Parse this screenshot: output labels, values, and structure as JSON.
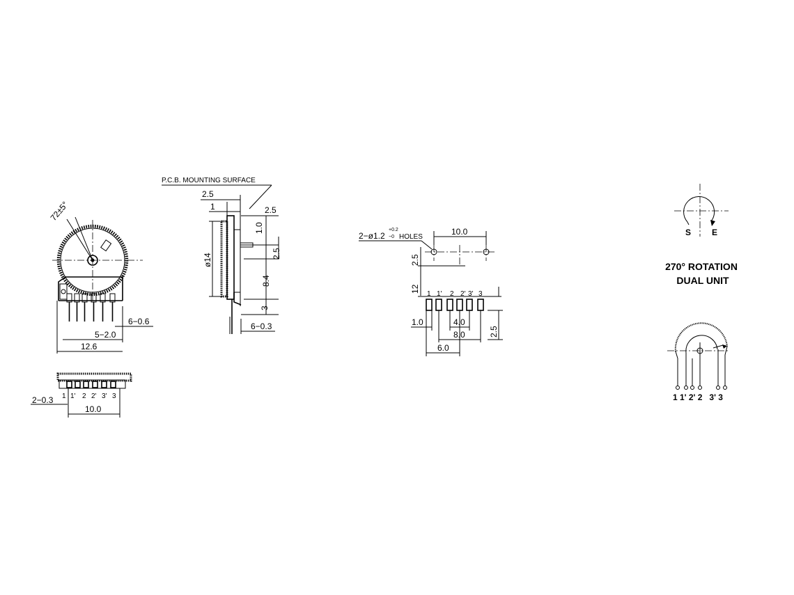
{
  "front_view": {
    "angle_label": "72±5°",
    "dim_pins": "6−0.6",
    "dim_lugs": "5−2.0",
    "dim_width": "12.6"
  },
  "bottom_view": {
    "pin_labels": [
      "1",
      "1'",
      "2",
      "2'",
      "3'",
      "3"
    ],
    "dim_pin": "2−0.3",
    "dim_span": "10.0"
  },
  "side_view": {
    "surface_label": "P.C.B. MOUNTING SURFACE",
    "dim_top": "2.5",
    "dim_1": "1",
    "dim_right": "2.5",
    "dim_1_0": "1.0",
    "dim_2_5": "2.5",
    "dim_dia": "ø14",
    "dim_8_4": "8.4",
    "dim_3": "3",
    "dim_pin": "6−0.3"
  },
  "pcb_layout": {
    "holes_prefix": "2−ø1.2",
    "holes_tol_plus": "+0.2",
    "holes_tol_minus": "−0",
    "holes_suffix": "HOLES",
    "dim_10_0": "10.0",
    "dim_2_5_left": "2.5",
    "dim_12": "12",
    "pin_labels": [
      "1",
      "1'",
      "2",
      "2'",
      "3'",
      "3"
    ],
    "dim_1_0": "1.0",
    "dim_4_0": "4.0",
    "dim_8_0": "8.0",
    "dim_6_0": "6.0",
    "dim_2_5_right": "2.5"
  },
  "rotation": {
    "start_label": "S",
    "end_label": "E",
    "title_line1": "270° ROTATION",
    "title_line2": "DUAL UNIT"
  },
  "schematic": {
    "pin_labels": "1 1' 2' 2   3' 3"
  }
}
